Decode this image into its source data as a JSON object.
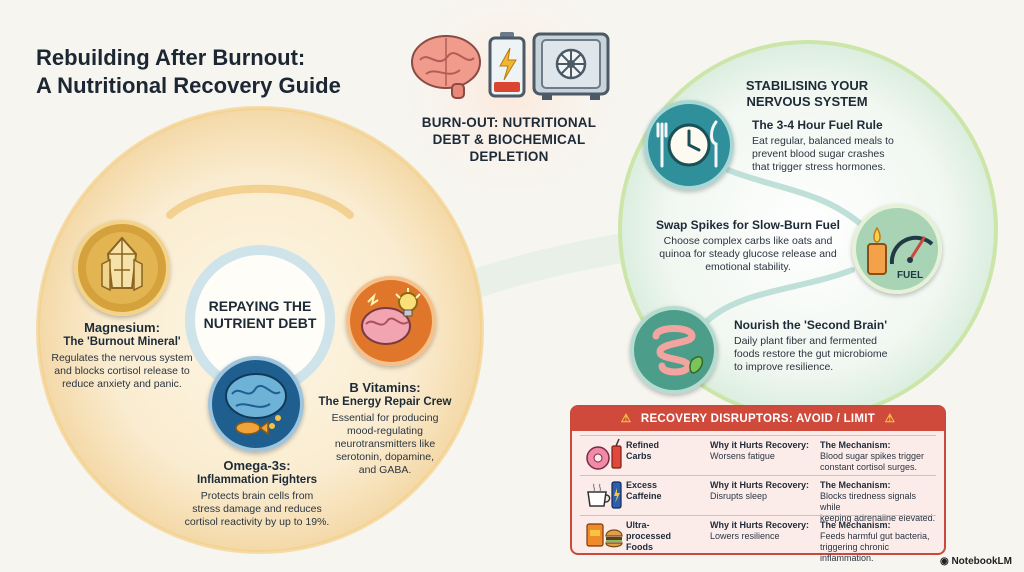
{
  "title": {
    "line1": "Rebuilding After Burnout:",
    "line2": "A Nutritional Recovery Guide"
  },
  "center": {
    "line1": "BURN-OUT: NUTRITIONAL",
    "line2": "DEBT & BIOCHEMICAL",
    "line3": "DEPLETION",
    "icons": [
      "brain-icon",
      "low-battery-icon",
      "vault-icon"
    ]
  },
  "repaying": {
    "line1": "REPAYING THE",
    "line2": "NUTRIENT DEBT",
    "magnesium": {
      "name": "Magnesium:",
      "sub": "The 'Burnout Mineral'",
      "desc1": "Regulates the nervous system",
      "desc2": "and blocks cortisol release to",
      "desc3": "reduce anxiety and panic."
    },
    "omega": {
      "name": "Omega-3s:",
      "sub": "Inflammation Fighters",
      "desc1": "Protects brain cells from",
      "desc2": "stress damage and reduces",
      "desc3": "cortisol reactivity by up to 19%."
    },
    "bvit": {
      "name": "B Vitamins:",
      "sub": "The Energy Repair Crew",
      "desc1": "Essential for producing",
      "desc2": "mood-regulating",
      "desc3": "neurotransmitters like",
      "desc4": "serotonin, dopamine,",
      "desc5": "and GABA."
    }
  },
  "nervous": {
    "line1": "STABILISING YOUR",
    "line2": "NERVOUS SYSTEM",
    "tip1": {
      "title": "The 3-4 Hour Fuel Rule",
      "desc1": "Eat regular, balanced meals to",
      "desc2": "prevent blood sugar crashes",
      "desc3": "that trigger stress hormones."
    },
    "tip2": {
      "title": "Swap Spikes for Slow-Burn Fuel",
      "desc1": "Choose complex carbs like oats and",
      "desc2": "quinoa for steady glucose release and",
      "desc3": "emotional stability.",
      "gauge_label": "FUEL"
    },
    "tip3": {
      "title": "Nourish the 'Second Brain'",
      "desc1": "Daily plant fiber and fermented",
      "desc2": "foods restore the gut microbiome",
      "desc3": "to improve resilience."
    }
  },
  "disruptors": {
    "header": "RECOVERY DISRUPTORS: AVOID / LIMIT",
    "why_label": "Why it Hurts Recovery:",
    "mech_label": "The Mechanism:",
    "rows": [
      {
        "name1": "Refined",
        "name2": "Carbs",
        "why": "Worsens fatigue",
        "mech1": "Blood sugar spikes trigger",
        "mech2": "constant cortisol surges."
      },
      {
        "name1": "Excess",
        "name2": "Caffeine",
        "why": "Disrupts sleep",
        "mech1": "Blocks tiredness signals while",
        "mech2": "keeping adrenaline elevated."
      },
      {
        "name1": "Ultra-processed",
        "name2": "Foods",
        "why": "Lowers resilience",
        "mech1": "Feeds harmful gut bacteria,",
        "mech2": "triggering chronic inflammation."
      }
    ]
  },
  "brand": "NotebookLM",
  "colors": {
    "accent_red": "#cf4a3b",
    "teal": "#2f8f9a",
    "gold": "#c99a33",
    "orange": "#e0762a",
    "blue": "#1f5f8f"
  }
}
